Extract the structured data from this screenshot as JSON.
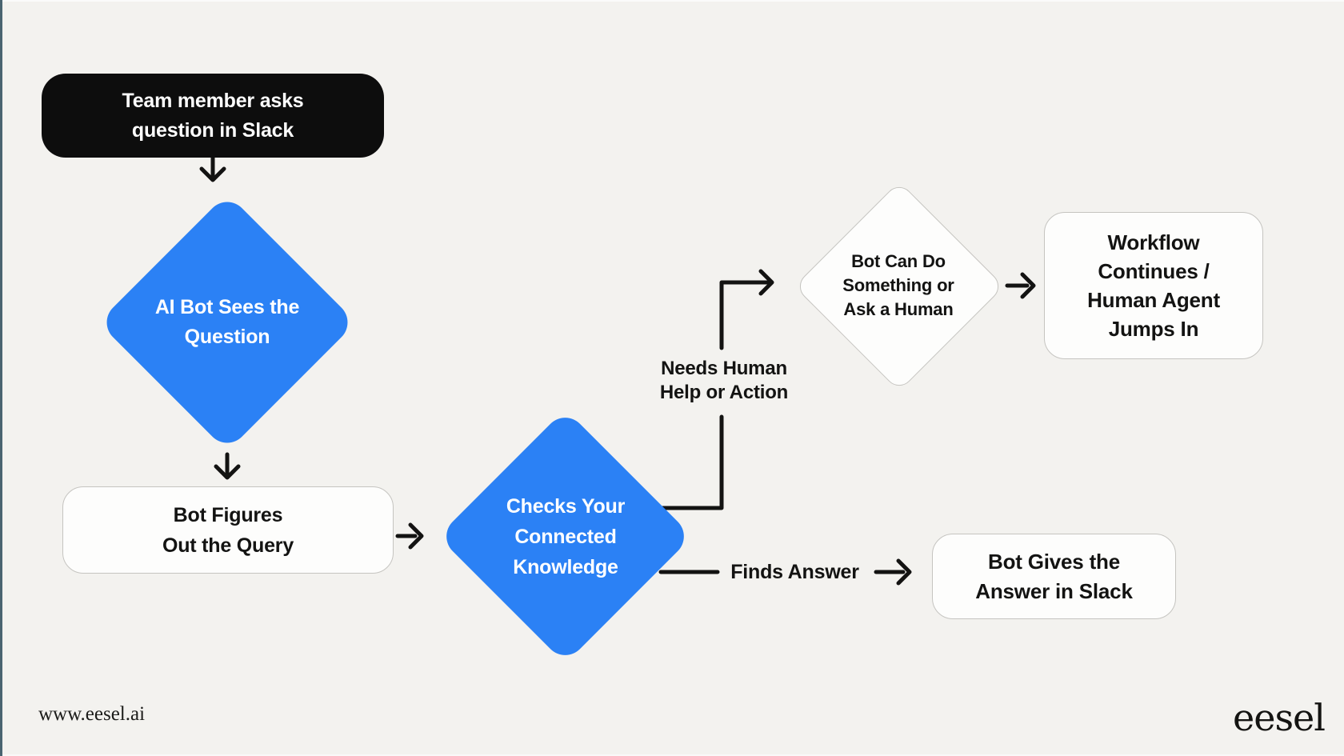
{
  "colors": {
    "bg": "#f3f2ef",
    "edge": "#4a6470",
    "blue": "#2b81f5",
    "node_black": "#0d0d0d",
    "node_white": "#fdfdfc",
    "node_border": "#c5c4c0",
    "arrow": "#131312",
    "ink": "#131312"
  },
  "flowchart": {
    "nodes": {
      "start": {
        "lines": [
          "Team member asks",
          "question in Slack"
        ]
      },
      "bot_sees": {
        "lines": [
          "AI Bot Sees the",
          "Question"
        ]
      },
      "bot_figures": {
        "lines": [
          "Bot Figures",
          "Out the Query"
        ]
      },
      "checks_knowledge": {
        "lines": [
          "Checks Your",
          "Connected",
          "Knowledge"
        ]
      },
      "bot_can_do": {
        "lines": [
          "Bot Can Do",
          "Something or",
          "Ask a Human"
        ]
      },
      "workflow": {
        "lines": [
          "Workflow",
          "Continues /",
          "Human Agent",
          "Jumps In"
        ]
      },
      "bot_gives": {
        "lines": [
          "Bot Gives the",
          "Answer in Slack"
        ]
      }
    },
    "edge_labels": {
      "needs_human": {
        "lines": [
          "Needs Human",
          "Help or Action"
        ]
      },
      "finds_answer": {
        "lines": [
          "Finds Answer"
        ]
      }
    }
  },
  "footer": {
    "website": "www.eesel.ai",
    "brand": "eesel"
  }
}
